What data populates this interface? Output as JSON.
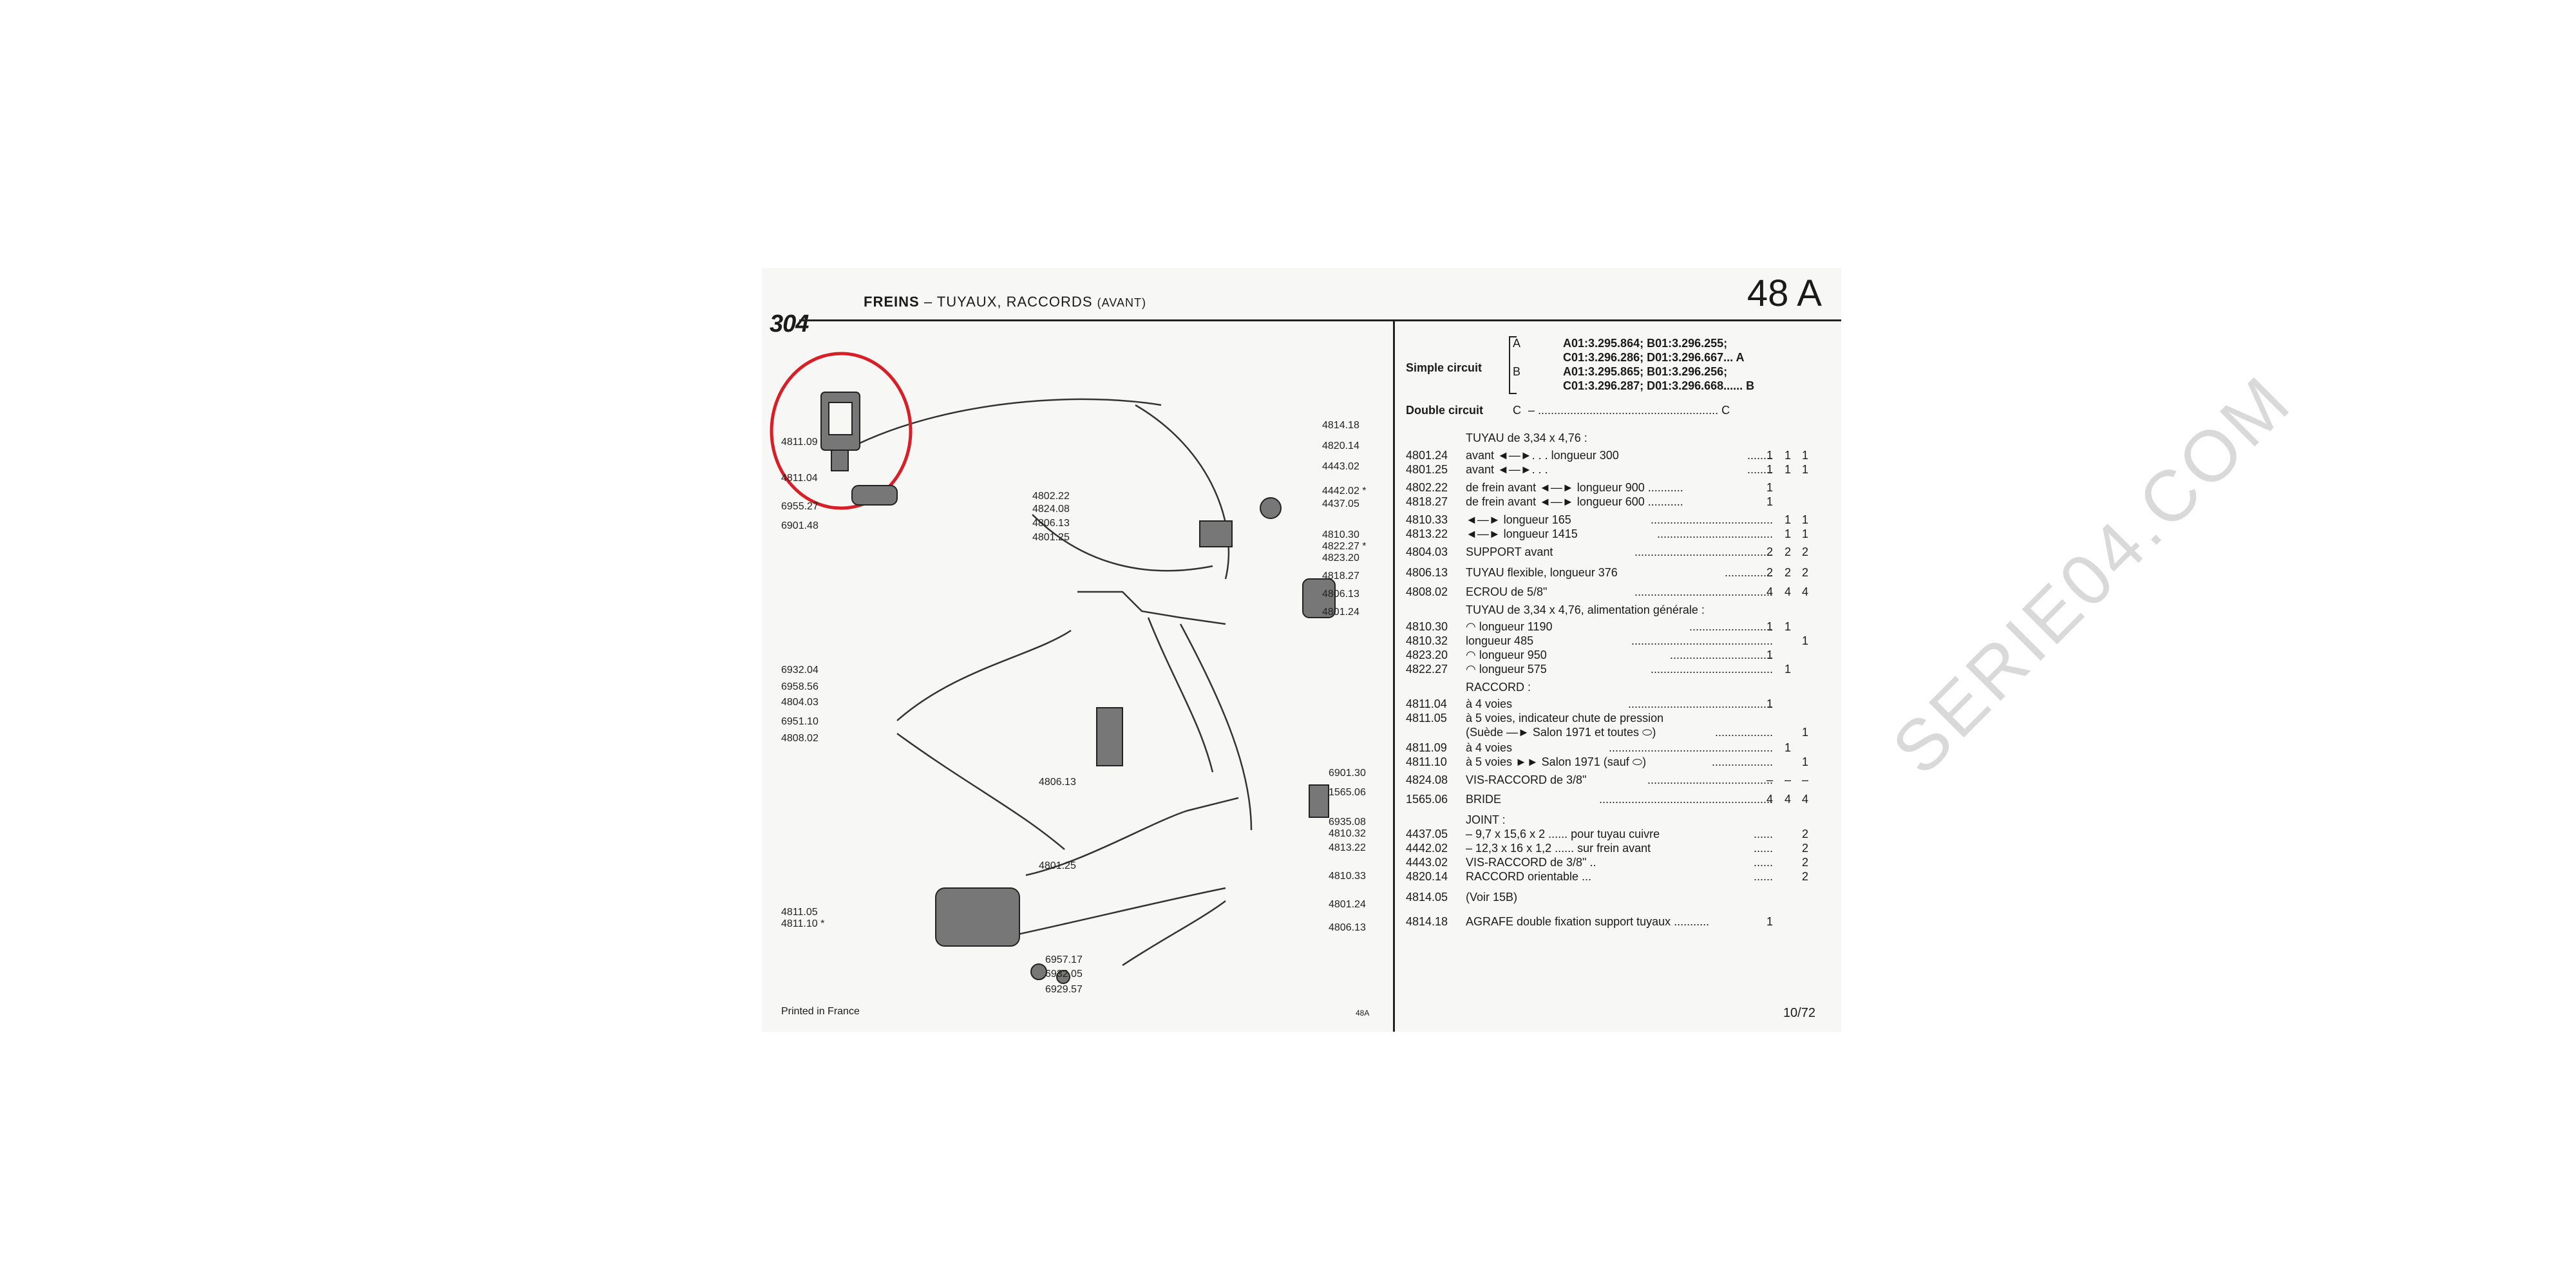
{
  "header": {
    "model": "304",
    "title": "FREINS",
    "title_sub": "– TUYAUX, RACCORDS",
    "title_tag": "(AVANT)",
    "page_code": "48 A"
  },
  "footer": {
    "printed": "Printed in France",
    "code": "48A",
    "date": "10/72"
  },
  "watermark": "SERIE04.COM",
  "diagram": {
    "labels": [
      "4811.09",
      "4811.04",
      "6955.27",
      "6901.48",
      "4802.22",
      "4824.08",
      "4806.13",
      "4801.25",
      "4814.18",
      "4820.14",
      "4443.02",
      "4442.02 *",
      "4437.05",
      "4810.30",
      "4822.27 *",
      "4823.20",
      "4818.27",
      "4806.13",
      "4801.24",
      "6932.04",
      "6958.56",
      "4804.03",
      "6951.10",
      "4808.02",
      "4806.13",
      "6901.30",
      "1565.06",
      "6935.08",
      "4810.32",
      "4813.22",
      "4801.25",
      "4810.33",
      "4801.24",
      "4806.13",
      "4811.05",
      "4811.10 *",
      "6957.17",
      "6932.05",
      "6929.57"
    ]
  },
  "circuits": {
    "simple_label": "Simple circuit",
    "double_label": "Double circuit",
    "a_letter": "A",
    "b_letter": "B",
    "c_letter": "C",
    "a_line1": "A01:3.295.864; B01:3.296.255;",
    "a_line2": "C01:3.296.286; D01:3.296.667... A",
    "b_line1": "A01:3.295.865; B01:3.296.256;",
    "b_line2": "C01:3.296.287; D01:3.296.668...... B",
    "c_line": "– ........................................................ C"
  },
  "parts": [
    {
      "ref": "",
      "desc": "TUYAU de 3,34 x 4,76 :",
      "dots": "",
      "q": [
        "",
        "",
        ""
      ]
    },
    {
      "ref": "4801.24",
      "desc": "avant ◄—►. . .     longueur 300",
      "dots": "........",
      "q": [
        "1",
        "1",
        "1"
      ]
    },
    {
      "ref": "4801.25",
      "desc": "avant ◄—►. . .",
      "dots": "........",
      "q": [
        "1",
        "1",
        "1"
      ]
    },
    {
      "ref": "4802.22",
      "desc": "de frein avant ◄—►  longueur 900 ...........",
      "dots": "",
      "q": [
        "1",
        "",
        ""
      ]
    },
    {
      "ref": "4818.27",
      "desc": "de frein avant ◄—►  longueur 600 ...........",
      "dots": "",
      "q": [
        "1",
        "",
        ""
      ]
    },
    {
      "ref": "4810.33",
      "desc": "◄—► longueur 165",
      "dots": "......................................",
      "q": [
        "",
        "1",
        "1"
      ]
    },
    {
      "ref": "4813.22",
      "desc": "◄—► longueur 1415",
      "dots": "....................................",
      "q": [
        "",
        "1",
        "1"
      ]
    },
    {
      "ref": "4804.03",
      "desc": "SUPPORT avant",
      "dots": "...........................................",
      "q": [
        "2",
        "2",
        "2"
      ]
    },
    {
      "ref": "4806.13",
      "desc": "TUYAU flexible, longueur 376",
      "dots": "...............",
      "q": [
        "2",
        "2",
        "2"
      ]
    },
    {
      "ref": "4808.02",
      "desc": "ECROU de 5/8\"",
      "dots": "...........................................",
      "q": [
        "4",
        "4",
        "4"
      ]
    },
    {
      "ref": "",
      "desc": "TUYAU de 3,34 x 4,76, alimentation générale :",
      "dots": "",
      "q": [
        "",
        "",
        ""
      ]
    },
    {
      "ref": "4810.30",
      "desc": "◠ longueur 1190",
      "dots": "..........................",
      "q": [
        "1",
        "1",
        ""
      ]
    },
    {
      "ref": "4810.32",
      "desc": "longueur 485",
      "dots": "............................................",
      "q": [
        "",
        "",
        "1"
      ]
    },
    {
      "ref": "4823.20",
      "desc": "◠ longueur 950",
      "dots": "................................",
      "q": [
        "1",
        "",
        ""
      ]
    },
    {
      "ref": "4822.27",
      "desc": "◠ longueur 575",
      "dots": "......................................",
      "q": [
        "",
        "1",
        ""
      ]
    },
    {
      "ref": "",
      "desc": "RACCORD :",
      "dots": "",
      "q": [
        "",
        "",
        ""
      ]
    },
    {
      "ref": "4811.04",
      "desc": "à 4 voies",
      "dots": ".............................................",
      "q": [
        "1",
        "",
        ""
      ]
    },
    {
      "ref": "4811.05",
      "desc": "à 5 voies, indicateur chute de pression",
      "dots": "",
      "q": [
        "",
        "",
        ""
      ]
    },
    {
      "ref": "",
      "desc": "(Suède —► Salon 1971 et toutes ⬭)",
      "dots": "..................",
      "q": [
        "",
        "",
        "1"
      ]
    },
    {
      "ref": "4811.09",
      "desc": "à 4 voies",
      "dots": "...................................................",
      "q": [
        "",
        "1",
        ""
      ]
    },
    {
      "ref": "4811.10",
      "desc": "à 5 voies ►► Salon 1971 (sauf ⬭)",
      "dots": "...................",
      "q": [
        "",
        "",
        "1"
      ]
    },
    {
      "ref": "4824.08",
      "desc": "VIS-RACCORD de 3/8\"",
      "dots": ".......................................",
      "q": [
        "–",
        "–",
        "–"
      ]
    },
    {
      "ref": "1565.06",
      "desc": "BRIDE",
      "dots": "......................................................",
      "q": [
        "4",
        "4",
        "4"
      ]
    },
    {
      "ref": "",
      "desc": "JOINT :",
      "dots": "",
      "q": [
        "",
        "",
        ""
      ]
    },
    {
      "ref": "4437.05",
      "desc": "– 9,7 x 15,6 x 2 ......       pour tuyau cuivre",
      "dots": "......",
      "q": [
        "",
        "",
        "2"
      ]
    },
    {
      "ref": "4442.02",
      "desc": "– 12,3 x 16 x 1,2 ......      sur frein avant",
      "dots": "......",
      "q": [
        "",
        "",
        "2"
      ]
    },
    {
      "ref": "4443.02",
      "desc": "VIS-RACCORD de 3/8\" ..",
      "dots": "......",
      "q": [
        "",
        "",
        "2"
      ]
    },
    {
      "ref": "4820.14",
      "desc": "RACCORD orientable ...",
      "dots": "......",
      "q": [
        "",
        "",
        "2"
      ]
    },
    {
      "ref": "4814.05",
      "desc": "(Voir 15B)",
      "dots": "",
      "q": [
        "",
        "",
        ""
      ]
    },
    {
      "ref": "4814.18",
      "desc": "AGRAFE double fixation support tuyaux ...........",
      "dots": "",
      "q": [
        "1",
        "",
        ""
      ]
    }
  ]
}
